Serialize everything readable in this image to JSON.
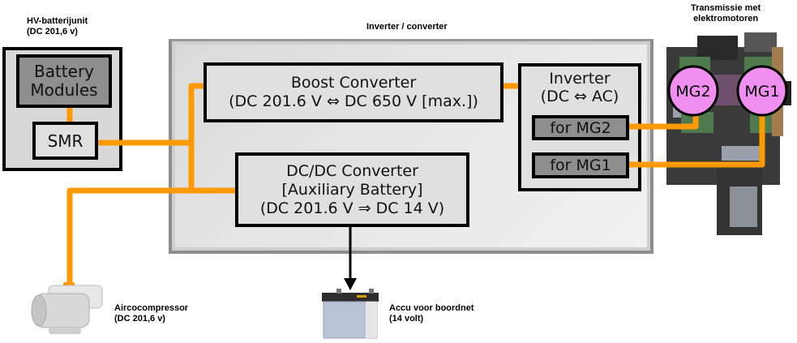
{
  "labels": {
    "battery_unit_title": "HV-batterijunit",
    "battery_unit_voltage": "(DC 201,6 v)",
    "inverter_converter_title": "Inverter / converter",
    "transmission_title_line1": "Transmissie met",
    "transmission_title_line2": "elektromotoren",
    "aircompressor_title": "Aircocompressor",
    "aircompressor_voltage": "(DC 201,6 v)",
    "aux_battery_title": "Accu voor boordnet",
    "aux_battery_voltage": "(14 volt)"
  },
  "battery_unit": {
    "modules_line1": "Battery",
    "modules_line2": "Modules",
    "smr": "SMR"
  },
  "boost_converter": {
    "line1": "Boost Converter",
    "line2": "(DC 201.6 V ⇔ DC 650 V [max.])"
  },
  "dcdc_converter": {
    "line1": "DC/DC Converter",
    "line2": "[Auxiliary Battery]",
    "line3": "(DC 201.6 V ⇒ DC 14 V)"
  },
  "inverter": {
    "line1": "Inverter",
    "line2": "(DC ⇔ AC)",
    "mg2": "for MG2",
    "mg1": "for MG1"
  },
  "motors": {
    "mg2": "MG2",
    "mg1": "MG1"
  },
  "colors": {
    "hv_line": "#ff9900",
    "motor_fill": "#f08ff0",
    "dark_box": "#8e8e8e",
    "light_box": "#e0e0e0"
  }
}
